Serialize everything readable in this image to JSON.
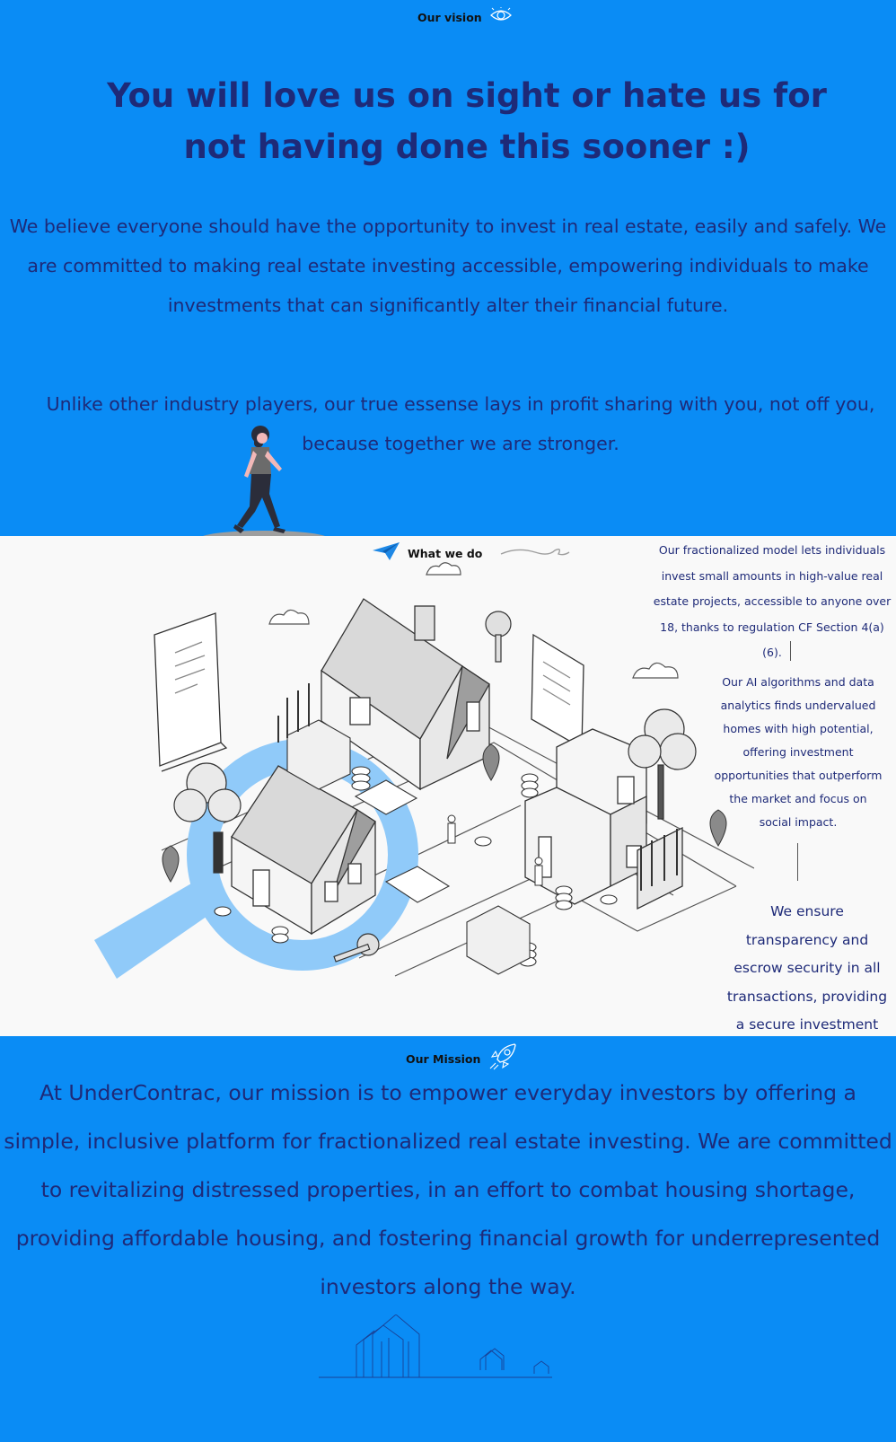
{
  "vision": {
    "tag_label": "Our vision",
    "tag_icon": "eye-icon",
    "headline_line1": "You will love us on sight or hate us for",
    "headline_line2": "not having done this sooner :)",
    "paragraph1": "We believe everyone should have the opportunity to invest in real estate, easily and safely. We are committed to making real estate investing accessible, empowering individuals to make investments that can significantly alter their financial future.",
    "paragraph2": "Unlike other industry players, our true essense lays in profit sharing with you, not off you, because together we are stronger."
  },
  "what_we_do": {
    "tag_label": "What we do",
    "tag_icon": "paper-plane-icon",
    "text1": "Our fractionalized model lets individuals invest small amounts in high-value real estate projects, accessible to anyone over 18, thanks to regulation CF Section 4(a)(6).",
    "text2": "Our AI algorithms and data analytics finds undervalued homes with high potential, offering investment opportunities that outperform the market and focus on social impact.",
    "text3": "We ensure transparency and escrow security in all transactions, providing a secure investment environment."
  },
  "mission": {
    "tag_label": "Our Mission",
    "tag_icon": "rocket-icon",
    "text": "At UnderContrac, our mission is to empower everyday investors by offering a simple, inclusive platform for fractionalized real estate investing. We are committed to revitalizing distressed properties, in an effort to combat housing shortage, providing affordable housing, and fostering financial growth for underrepresented investors along the way."
  },
  "colors": {
    "blue_background": "#0a8cf5",
    "navy_text": "#1e2a78",
    "light_background": "#f9f9f9"
  }
}
